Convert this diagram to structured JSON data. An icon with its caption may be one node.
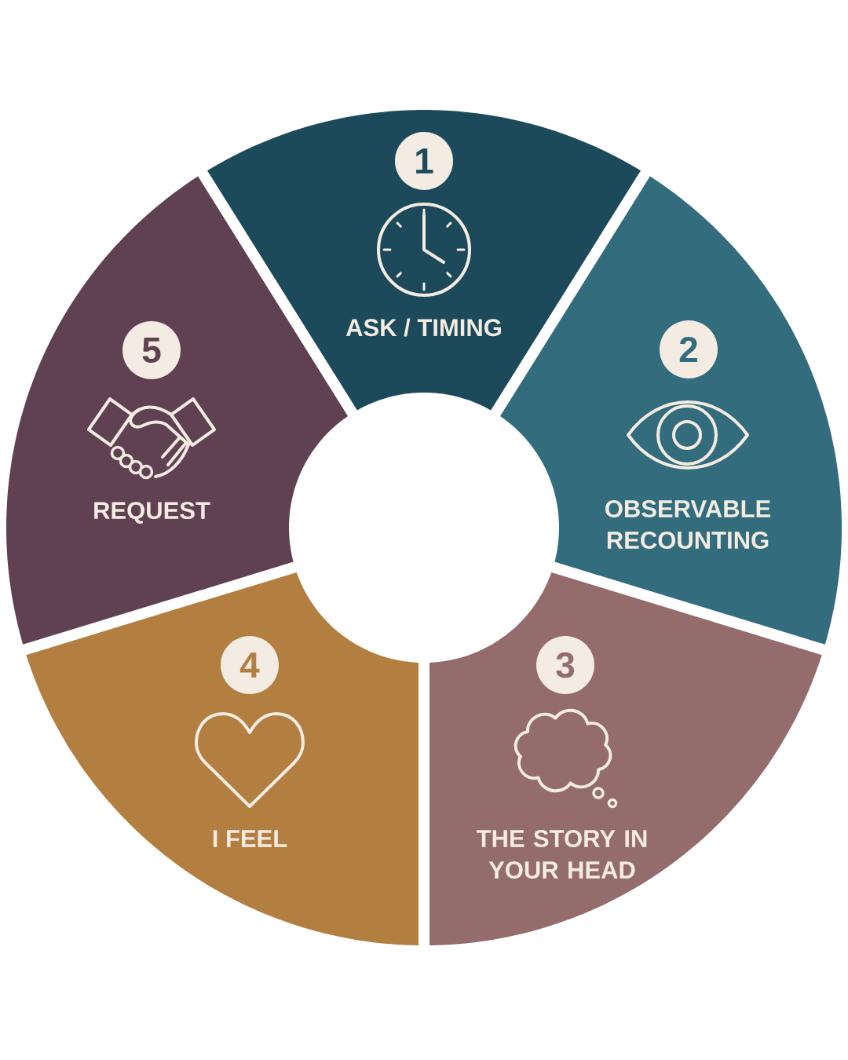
{
  "diagram": {
    "nodes": [
      {
        "text": [
          "ASK / TIMING"
        ]
      },
      {
        "text": [
          "1"
        ],
        "in": 0
      },
      {
        "text": [
          "OBSERVABLE RECOUNTING"
        ]
      },
      {
        "text": [
          "2"
        ],
        "in": 2
      },
      {
        "text": [
          "THE STORY IN YOUR HEAD"
        ]
      },
      {
        "text": [
          "3"
        ],
        "in": 4
      },
      {
        "text": [
          "I FEEL"
        ]
      },
      {
        "text": [
          "4"
        ],
        "in": 6
      },
      {
        "text": [
          "REQUEST"
        ]
      },
      {
        "text": [
          "5"
        ],
        "in": 8
      }
    ]
  }
}
